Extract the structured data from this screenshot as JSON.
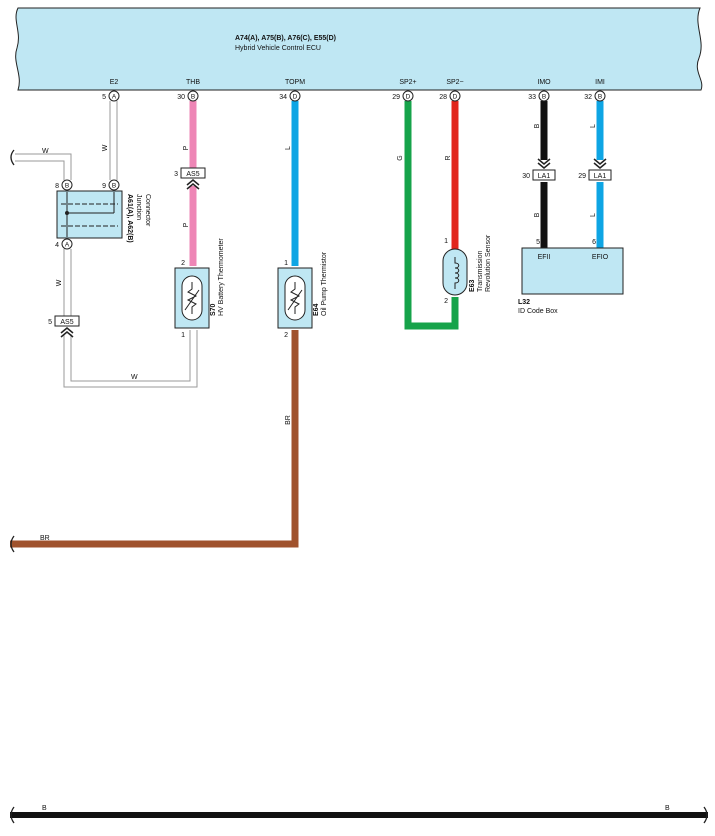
{
  "ecu": {
    "title": "A74(A), A75(B), A76(C), E55(D)",
    "subtitle": "Hybrid Vehicle Control ECU",
    "terminals": [
      {
        "label": "E2",
        "pin": "5",
        "conn": "A"
      },
      {
        "label": "THB",
        "pin": "30",
        "conn": "B"
      },
      {
        "label": "TOPM",
        "pin": "34",
        "conn": "D"
      },
      {
        "label": "SP2+",
        "pin": "29",
        "conn": "D"
      },
      {
        "label": "SP2−",
        "pin": "28",
        "conn": "D"
      },
      {
        "label": "IMO",
        "pin": "33",
        "conn": "B"
      },
      {
        "label": "IMI",
        "pin": "32",
        "conn": "B"
      }
    ]
  },
  "junction": {
    "name": "A61(A), A62(B)",
    "desc1": "Junction",
    "desc2": "Connector",
    "pin_top_left": "8",
    "conn_top_left": "B",
    "pin_top_right": "9",
    "conn_top_right": "B",
    "pin_bottom": "4",
    "conn_bottom": "A"
  },
  "connectors": {
    "as5_left": {
      "name": "AS5",
      "pin": "5"
    },
    "as5_thb": {
      "name": "AS5",
      "pin": "3"
    },
    "la1_imo": {
      "name": "LA1",
      "pin": "30"
    },
    "la1_imi": {
      "name": "LA1",
      "pin": "29"
    }
  },
  "components": {
    "s70": {
      "id": "S70",
      "name": "HV Battery Thermometer",
      "pin_top": "2",
      "pin_bottom": "1"
    },
    "e64": {
      "id": "E64",
      "name": "Oil Pump Thermistor",
      "pin_top": "1",
      "pin_bottom": "2"
    },
    "e63": {
      "id": "E63",
      "name1": "Transmission",
      "name2": "Revolution Sensor",
      "pin_top": "1",
      "pin_bottom": "2"
    },
    "l32": {
      "id": "L32",
      "name": "ID Code Box",
      "pin_left": "5",
      "pin_right": "6",
      "term_left": "EFII",
      "term_right": "EFIO"
    }
  },
  "wires": {
    "w_top": "W",
    "w_vertical": "W",
    "w_left": "W",
    "w_bottom": "W",
    "thb_upper": "P",
    "thb_lower": "P",
    "topm": "L",
    "sp2p": "G",
    "sp2m": "R",
    "imo_upper": "B",
    "imo_lower": "B",
    "imi_upper": "L",
    "imi_lower": "L",
    "br_vertical": "BR",
    "br_horizontal": "BR",
    "ground_left": "B",
    "ground_right": "B"
  },
  "colors": {
    "ecu_fill": "#bfe7f3",
    "pink": "#ee86b6",
    "light_blue": "#0ea5e4",
    "green": "#16a34a",
    "red": "#e1261c",
    "black": "#111111",
    "brown": "#a0522d",
    "white_wire": "#bdbdbd"
  }
}
